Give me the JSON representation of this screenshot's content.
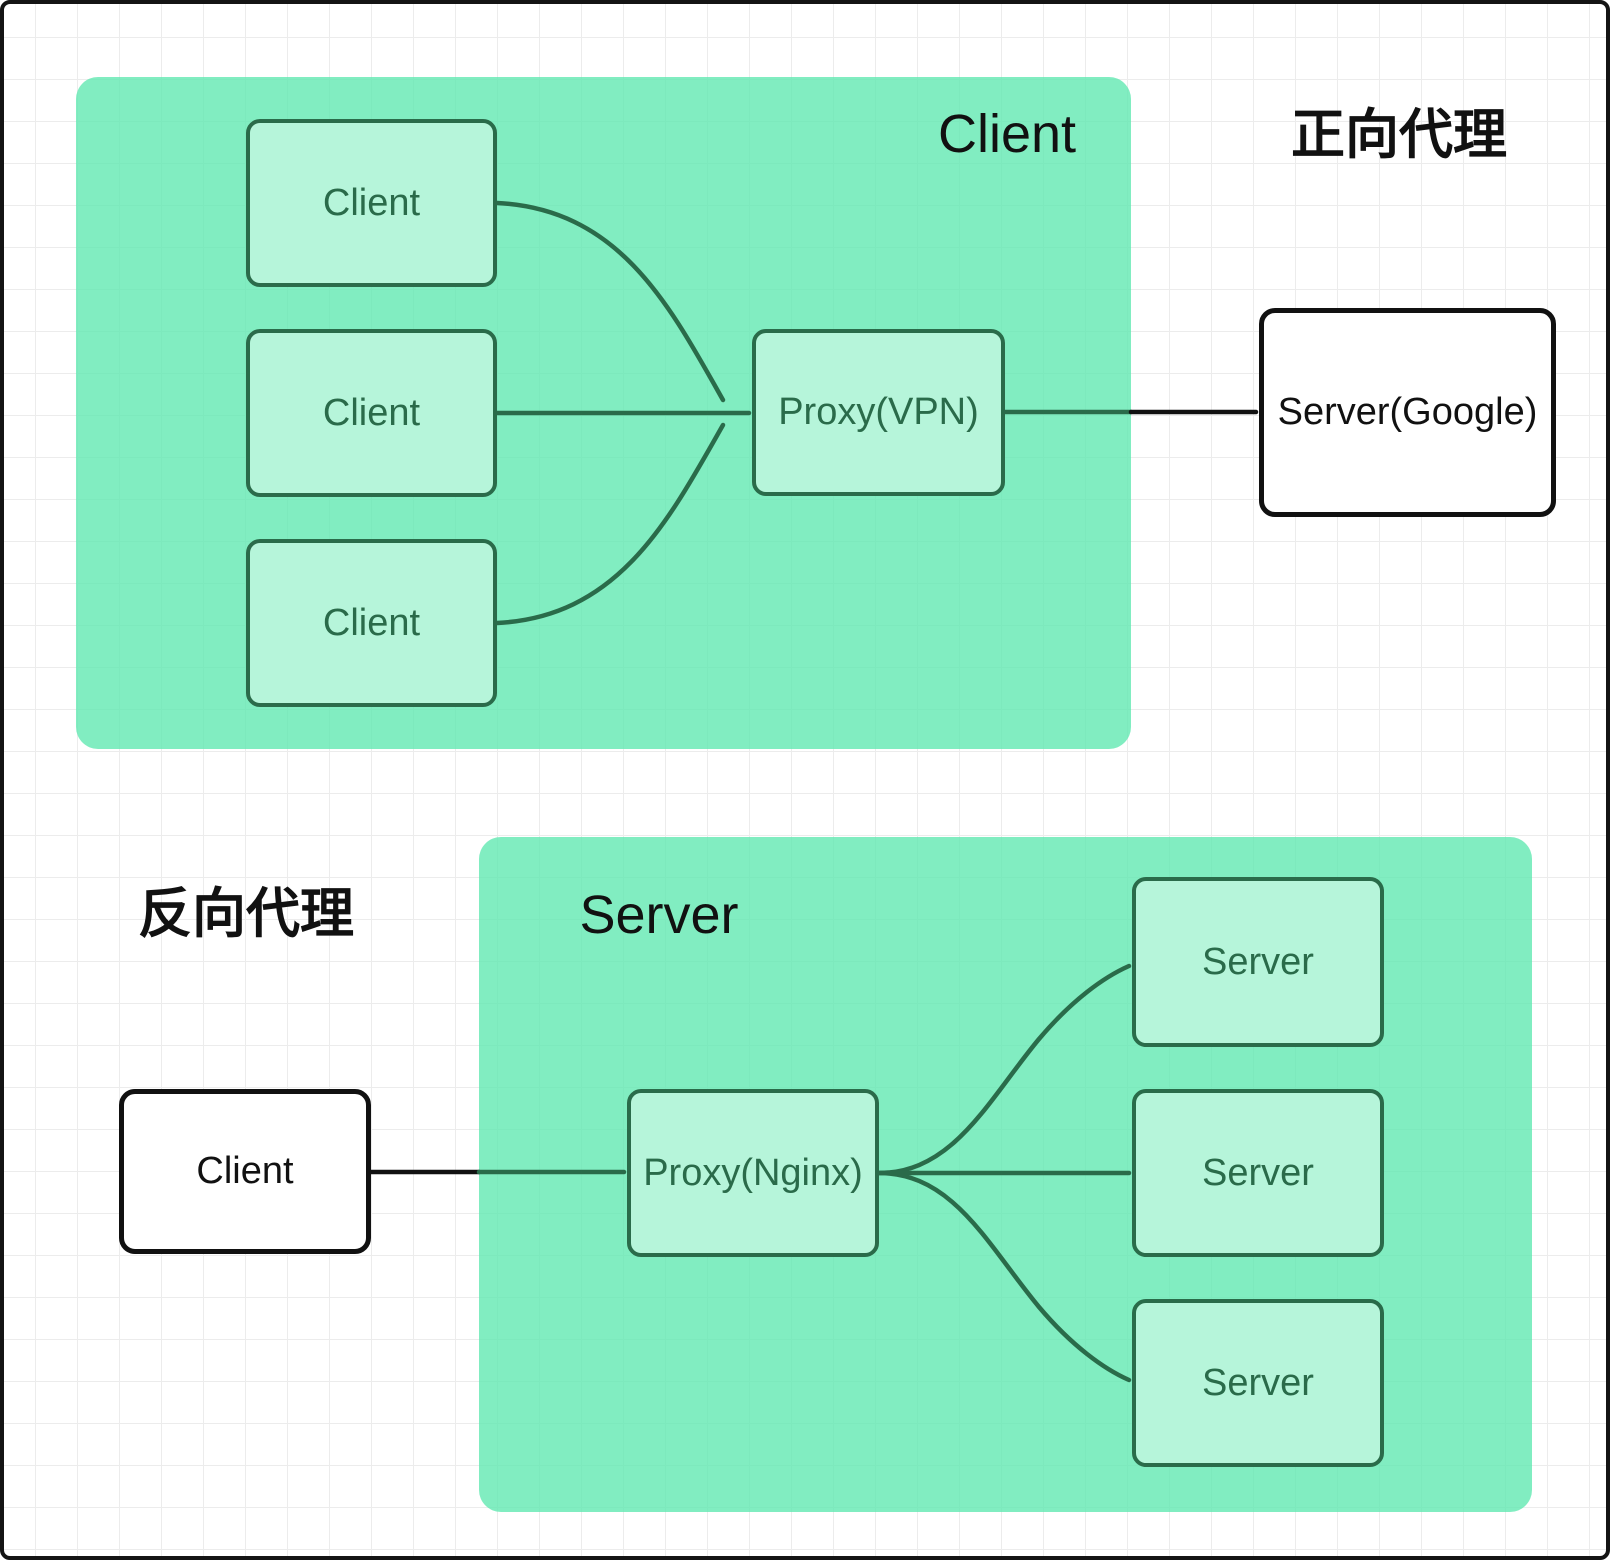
{
  "colors": {
    "group_fill": "rgba(97,232,177,0.8)",
    "node_fill": "#b6f5da",
    "node_stroke": "#2a6b4a",
    "arrow_green": "#2a6b4a",
    "dark": "#111111",
    "grid_line": "#ececec"
  },
  "forward": {
    "group_label": "Client",
    "title": "正向代理",
    "clients": [
      "Client",
      "Client",
      "Client"
    ],
    "proxy_label": "Proxy(VPN)",
    "server_label": "Server(Google)"
  },
  "reverse": {
    "title": "反向代理",
    "group_label": "Server",
    "client_label": "Client",
    "proxy_label": "Proxy(Nginx)",
    "servers": [
      "Server",
      "Server",
      "Server"
    ]
  }
}
